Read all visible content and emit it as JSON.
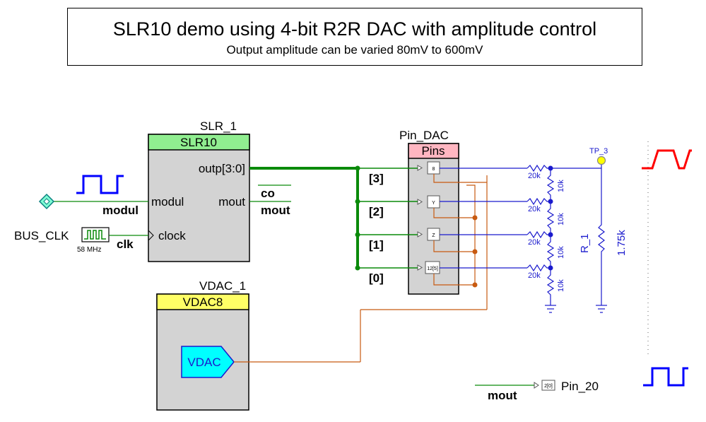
{
  "title": "SLR10 demo using 4-bit R2R DAC with amplitude control",
  "subtitle": "Output amplitude can be varied 80mV to 600mV",
  "slr": {
    "instance": "SLR_1",
    "header": "SLR10",
    "port_outp": "outp[3:0]",
    "port_modul": "modul",
    "port_mout": "mout",
    "port_clock": "clock"
  },
  "vdac": {
    "instance": "VDAC_1",
    "header": "VDAC8",
    "label": "VDAC"
  },
  "pins": {
    "instance": "Pin_DAC",
    "header": "Pins",
    "pin_glyphs": [
      "8",
      "Y",
      "Z",
      "12[5]"
    ]
  },
  "wires": {
    "modul": "modul",
    "clk": "clk",
    "co": "co",
    "mout": "mout",
    "bits": [
      "[3]",
      "[2]",
      "[1]",
      "[0]"
    ]
  },
  "clock_source": {
    "name": "BUS_CLK",
    "freq": "58 MHz"
  },
  "ladder": {
    "series_labels": [
      "20k",
      "20k",
      "20k",
      "20k"
    ],
    "shunt_labels": [
      "10k",
      "10k",
      "10k",
      "10k"
    ],
    "load_name": "R_1",
    "load_value": "1.75k",
    "testpoint": "TP_3"
  },
  "out_pin": {
    "glyph": "2[0]",
    "name": "Pin_20",
    "net": "mout"
  },
  "colors": {
    "bus": "#0a8a0a",
    "net_blue": "#1a1acd",
    "net_orange": "#c85a10",
    "slr_header": "#90ee90",
    "vdac_header": "#ffff66",
    "pins_header": "#ffb6c1",
    "vdac_fill": "#00ffff",
    "wave_red": "#ff0000",
    "wave_blue": "#0000ff"
  }
}
